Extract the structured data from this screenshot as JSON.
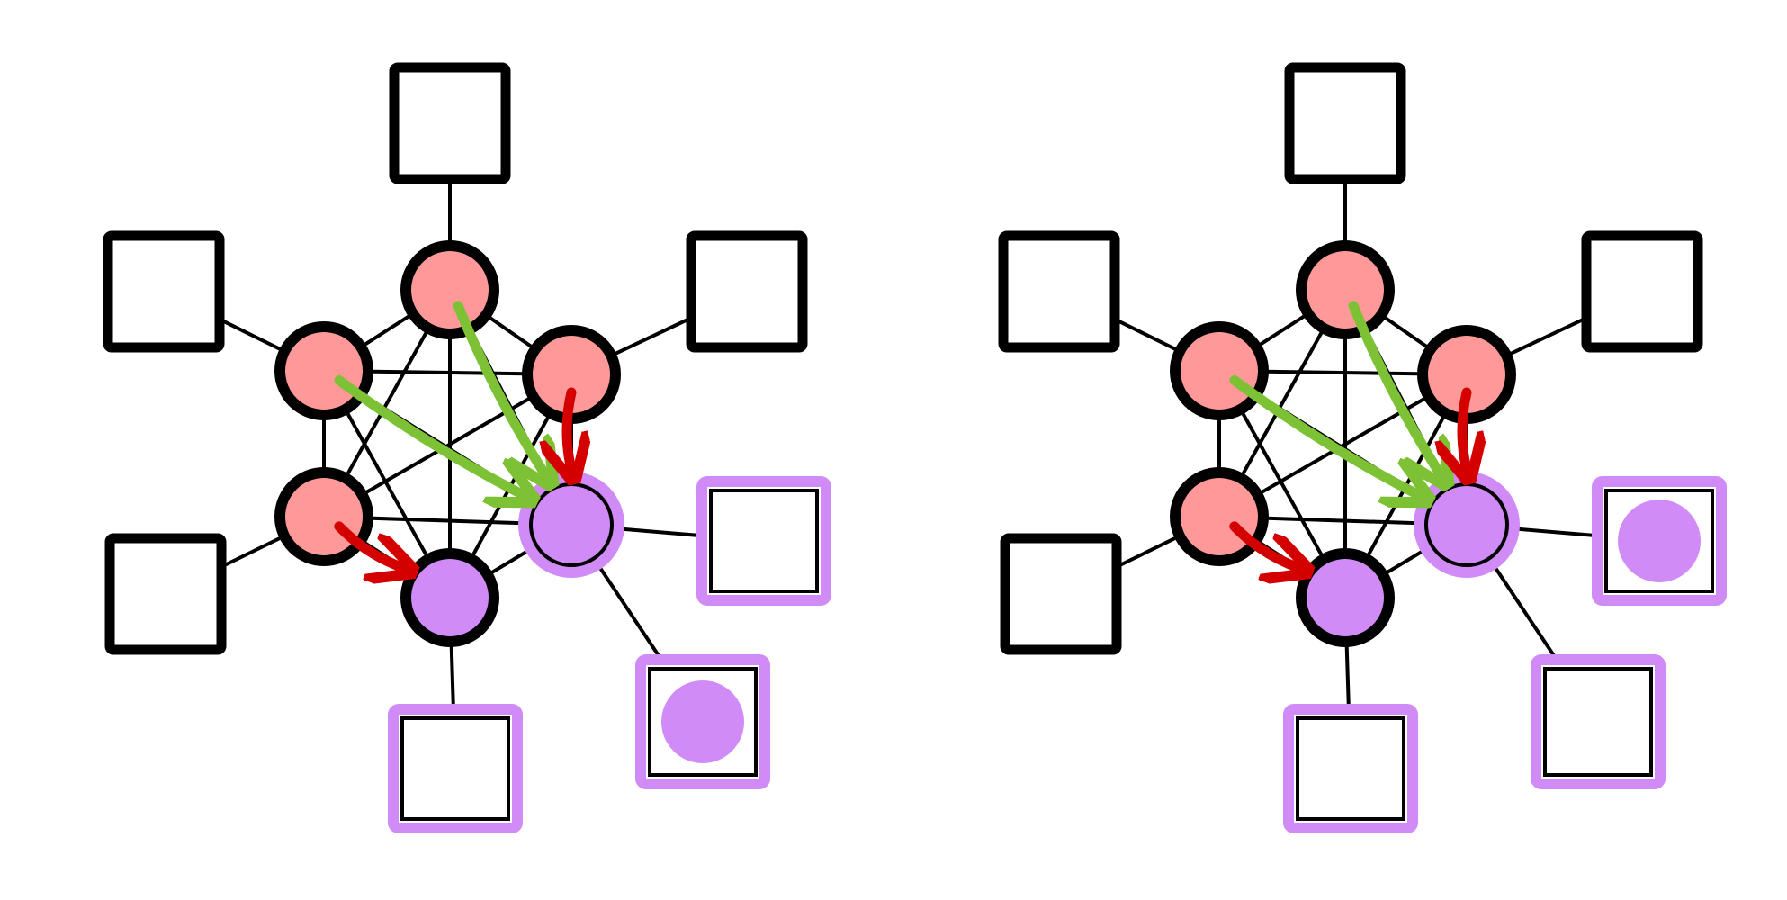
{
  "colors": {
    "outline": "#000000",
    "salmon": "#ff9999",
    "purple": "#d08bf7",
    "green_arrow": "#7cc234",
    "red_arrow": "#d40000",
    "background": "#ffffff"
  },
  "panels": [
    {
      "id": "left",
      "inner_nodes": [
        {
          "id": "c-top",
          "fill": "salmon"
        },
        {
          "id": "c-upper-left",
          "fill": "salmon"
        },
        {
          "id": "c-upper-right",
          "fill": "salmon"
        },
        {
          "id": "c-lower-left",
          "fill": "salmon"
        },
        {
          "id": "c-bottom",
          "fill": "purple"
        },
        {
          "id": "c-right",
          "fill": "purple",
          "ring": "purple"
        }
      ],
      "outer_boxes": [
        {
          "id": "sq-top",
          "highlight": false,
          "dot": false
        },
        {
          "id": "sq-upper-left",
          "highlight": false,
          "dot": false
        },
        {
          "id": "sq-upper-right",
          "highlight": false,
          "dot": false
        },
        {
          "id": "sq-lower-left",
          "highlight": false,
          "dot": false
        },
        {
          "id": "sq-bottom",
          "highlight": true,
          "dot": false
        },
        {
          "id": "sq-right",
          "highlight": true,
          "dot": false
        },
        {
          "id": "sq-lower-right",
          "highlight": true,
          "dot": true
        }
      ]
    },
    {
      "id": "right",
      "inner_nodes": [
        {
          "id": "c-top",
          "fill": "salmon"
        },
        {
          "id": "c-upper-left",
          "fill": "salmon"
        },
        {
          "id": "c-upper-right",
          "fill": "salmon"
        },
        {
          "id": "c-lower-left",
          "fill": "salmon"
        },
        {
          "id": "c-bottom",
          "fill": "purple"
        },
        {
          "id": "c-right",
          "fill": "purple",
          "ring": "purple"
        }
      ],
      "outer_boxes": [
        {
          "id": "sq-top",
          "highlight": false,
          "dot": false
        },
        {
          "id": "sq-upper-left",
          "highlight": false,
          "dot": false
        },
        {
          "id": "sq-upper-right",
          "highlight": false,
          "dot": false
        },
        {
          "id": "sq-lower-left",
          "highlight": false,
          "dot": false
        },
        {
          "id": "sq-bottom",
          "highlight": true,
          "dot": false
        },
        {
          "id": "sq-right",
          "highlight": true,
          "dot": true
        },
        {
          "id": "sq-lower-right",
          "highlight": true,
          "dot": false
        }
      ]
    }
  ],
  "arrows": [
    {
      "from": "c-top",
      "to": "c-right",
      "color": "green_arrow"
    },
    {
      "from": "c-upper-left",
      "to": "c-right",
      "color": "green_arrow"
    },
    {
      "from": "c-upper-right",
      "to": "c-right",
      "color": "red_arrow"
    },
    {
      "from": "c-lower-left",
      "to": "c-bottom",
      "color": "red_arrow"
    }
  ]
}
